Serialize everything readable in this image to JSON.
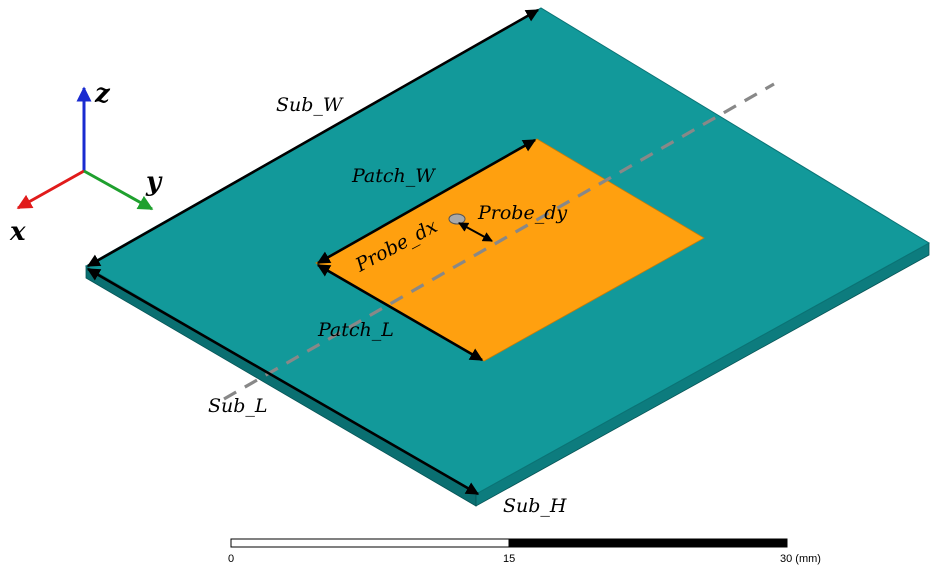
{
  "colors": {
    "substrate_top": "#12999A",
    "substrate_side": "#0D7C7E",
    "substrate_front": "#0A6F71",
    "patch": "#FFA00F",
    "feed_line": "#888888",
    "axis_x": "#E11B1B",
    "axis_y": "#1FA02E",
    "axis_z": "#1A2BD0",
    "dimension": "#000000"
  },
  "axes": {
    "x_label": "x",
    "y_label": "y",
    "z_label": "z"
  },
  "labels": {
    "sub_w": "Sub_W",
    "sub_l": "Sub_L",
    "sub_h": "Sub_H",
    "patch_w": "Patch_W",
    "patch_l": "Patch_L",
    "probe_dx": "Probe_dx",
    "probe_dy": "Probe_dy"
  },
  "scale_bar": {
    "tick_start": "0",
    "tick_mid": "15",
    "tick_end": "30 (mm)"
  }
}
